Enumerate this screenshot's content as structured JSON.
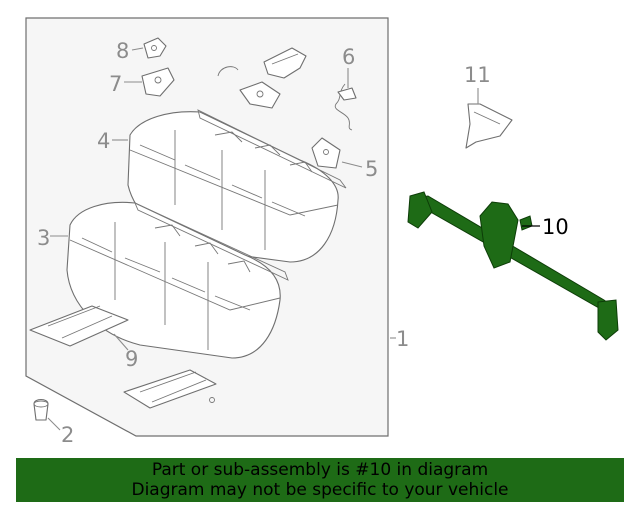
{
  "callouts": {
    "c1": "1",
    "c2": "2",
    "c3": "3",
    "c4": "4",
    "c5": "5",
    "c6": "6",
    "c7": "7",
    "c8": "8",
    "c9": "9",
    "c10": "10",
    "c11": "11"
  },
  "highlighted_part": "10",
  "colors": {
    "highlight": "#1e6b16",
    "panel": "#f6f6f6",
    "line": "#777777"
  },
  "banner": {
    "line1": "Part or sub-assembly is #10 in diagram",
    "line2": "Diagram may not be specific to your vehicle"
  }
}
